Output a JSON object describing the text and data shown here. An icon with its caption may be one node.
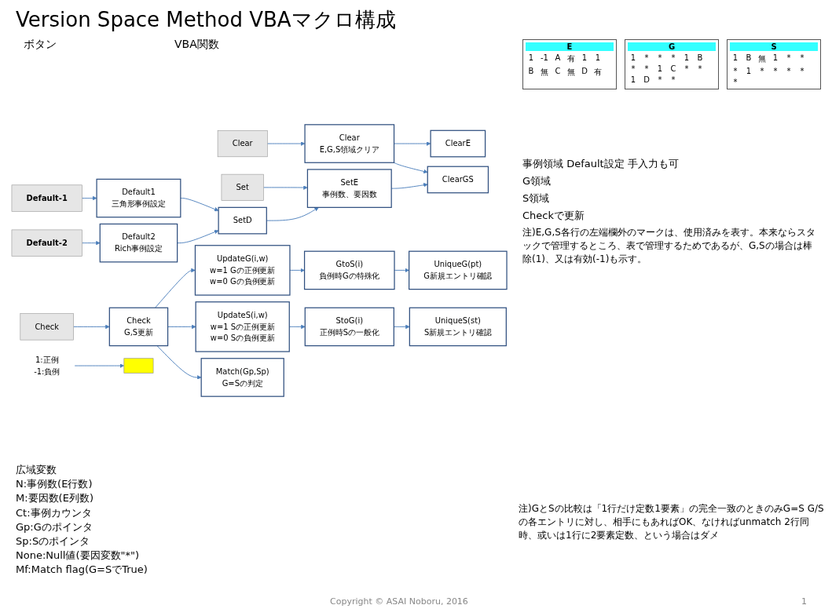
{
  "diagram": {
    "title": "Version Space Method VBAマクロ構成",
    "nodes": [
      {
        "text": [
          "Clear"
        ]
      },
      {
        "text": [
          "Set"
        ]
      },
      {
        "text": [
          "Default-1"
        ]
      },
      {
        "text": [
          "Default-2"
        ]
      },
      {
        "text": [
          "Check"
        ]
      },
      {
        "text": [
          "Clear",
          "E,G,S領域クリア"
        ]
      },
      {
        "text": [
          "SetE",
          "事例数、要因数"
        ]
      },
      {
        "text": [
          "Default1",
          "三角形事例設定"
        ]
      },
      {
        "text": [
          "Default2",
          "Rich事例設定"
        ]
      },
      {
        "text": [
          "Check",
          "G,S更新"
        ]
      },
      {
        "text": [
          "ClearE"
        ]
      },
      {
        "text": [
          "ClearGS"
        ]
      },
      {
        "text": [
          "SetD"
        ]
      },
      {
        "text": [
          "UpdateG(i,w)",
          "w=1 Gの正例更新",
          "w=0 Gの負例更新"
        ]
      },
      {
        "text": [
          "GtoS(i)",
          "負例時Gの特殊化"
        ]
      },
      {
        "text": [
          "UniqueG(pt)",
          "G新規エントリ確認"
        ]
      },
      {
        "text": [
          "UpdateS(i,w)",
          "w=1 Sの正例更新",
          "w=0 Sの負例更新"
        ]
      },
      {
        "text": [
          "StoG(i)",
          "正例時Sの一般化"
        ]
      },
      {
        "text": [
          "UniqueS(st)",
          "S新規エントリ確認"
        ]
      },
      {
        "text": [
          "Match(Gp,Sp)",
          "G=Sの判定"
        ]
      },
      {
        "text": [
          "1:正例",
          "-1:負例"
        ]
      },
      {
        "text": [],
        "shape": "bar"
      }
    ],
    "edges": [
      {
        "from": 0,
        "to": 5,
        "arrow": "to"
      },
      {
        "from": 1,
        "to": 6,
        "arrow": "to"
      },
      {
        "from": 2,
        "to": 7,
        "arrow": "to"
      },
      {
        "from": 3,
        "to": 8,
        "arrow": "to"
      },
      {
        "from": 4,
        "to": 9,
        "arrow": "to"
      },
      {
        "from": 5,
        "to": 10,
        "arrow": "to"
      },
      {
        "from": 5,
        "to": 11,
        "arrow": "to"
      },
      {
        "from": 6,
        "to": 11,
        "arrow": "to"
      },
      {
        "from": 7,
        "to": 12,
        "arrow": "to"
      },
      {
        "from": 8,
        "to": 12,
        "arrow": "to"
      },
      {
        "from": 12,
        "to": 6,
        "arrow": "to"
      },
      {
        "from": 9,
        "to": 13,
        "arrow": "to"
      },
      {
        "from": 9,
        "to": 16,
        "arrow": "to"
      },
      {
        "from": 9,
        "to": 19,
        "arrow": "to"
      },
      {
        "from": 13,
        "to": 14,
        "arrow": "to"
      },
      {
        "from": 14,
        "to": 15,
        "arrow": "to"
      },
      {
        "from": 16,
        "to": 17,
        "arrow": "to"
      },
      {
        "from": 17,
        "to": 18,
        "arrow": "to"
      },
      {
        "from": 20,
        "to": 21,
        "arrow": "to"
      }
    ],
    "labels": [
      "ボタン",
      "VBA関数",
      "E",
      "G",
      "S",
      "1",
      "-1",
      "A",
      "有",
      "1",
      "1",
      "B",
      "無",
      "C",
      "無",
      "D",
      "有",
      "1",
      "*",
      "*",
      "*",
      "1",
      "B",
      "*",
      "*",
      "1",
      "C",
      "*",
      "*",
      "1",
      "D",
      "*",
      "*",
      "1",
      "B",
      "無",
      "1",
      "*",
      "*",
      "*",
      "1",
      "*",
      "*",
      "*",
      "*",
      "*",
      "事例領域 Default設定 手入力も可",
      "G領域",
      "S領域",
      "Checkで更新",
      "注)E,G,S各行の左端欄外のマークは、使用済みを表す。本来ならスタックで管理するところ、表で管理するためであるが、G,Sの場合は棒除(1)、又は有効(-1)も示す。",
      "広域変数",
      "N:事例数(E行数)",
      "M:要因数(E列数)",
      "Ct:事例カウンタ",
      "Gp:Gのポインタ",
      "Sp:Sのポインタ",
      "None:Null値(要因変数\"*\")",
      "Mf:Match flag(G=SでTrue)",
      "注)GとSの比較は「1行だけ定数1要素」の完全一致のときのみG=S G/Sの各エントリに対し、相手にもあればOK、なければunmatch 2行同時、或いは1行に2要素定数、という場合はダメ",
      "Copyright © ASAI Noboru, 2016",
      "1"
    ]
  }
}
